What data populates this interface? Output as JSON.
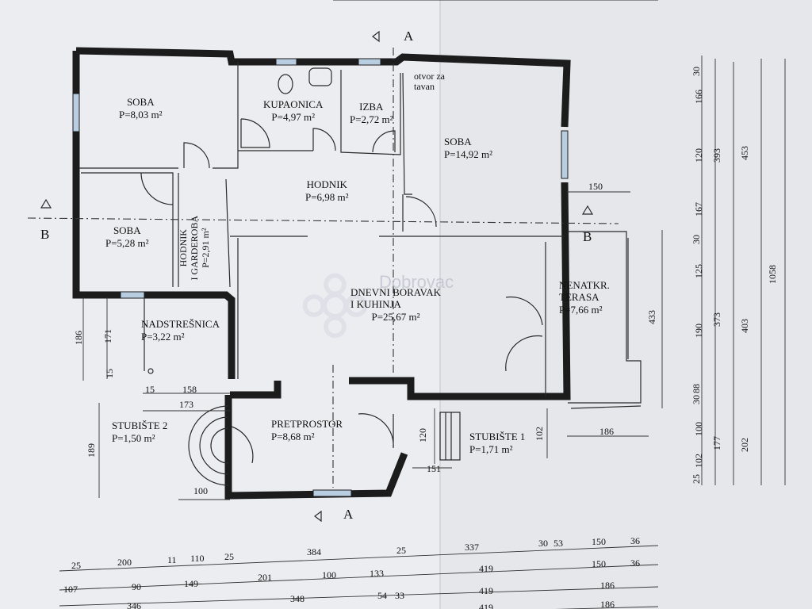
{
  "rooms": {
    "soba1": {
      "name": "SOBA",
      "area": "P=8,03 m²"
    },
    "kupaonica": {
      "name": "KUPAONICA",
      "area": "P=4,97 m²"
    },
    "izba": {
      "name": "IZBA",
      "area": "P=2,72 m²"
    },
    "tavan": {
      "line1": "otvor za",
      "line2": "tavan"
    },
    "soba3": {
      "name": "SOBA",
      "area": "P=14,92 m²"
    },
    "hodnik": {
      "name": "HODNIK",
      "area": "P=6,98 m²"
    },
    "soba2": {
      "name": "SOBA",
      "area": "P=5,28 m²"
    },
    "garderoba": {
      "line1": "HODNIK",
      "line2": "I GARDEROBA",
      "area": "P=2,91 m²"
    },
    "dnevni": {
      "line1": "DNEVNI BORAVAK",
      "line2": "I KUHINJA",
      "area": "P=25,67 m²"
    },
    "terasa": {
      "line1": "NENATKR.",
      "line2": "TERASA",
      "area": "P=7,66 m²"
    },
    "nadstresnica": {
      "name": "NADSTREŠNICA",
      "area": "P=3,22 m²"
    },
    "pretprostor": {
      "name": "PRETPROSTOR",
      "area": "P=8,68 m²"
    },
    "stubiste2": {
      "name": "STUBIŠTE 2",
      "area": "P=1,50 m²"
    },
    "stubiste1": {
      "name": "STUBIŠTE 1",
      "area": "P=1,71 m²"
    }
  },
  "section_marks": {
    "a_top": "A",
    "a_bottom": "A",
    "b_left": "B",
    "b_right": "B"
  },
  "dims": {
    "d150": "150",
    "d433": "433",
    "d186l": "186",
    "d171": "171",
    "d15a": "15",
    "d15b": "15",
    "d158": "158",
    "d173": "173",
    "d189": "189",
    "d100": "100",
    "d120": "120",
    "d102": "102",
    "d151": "151",
    "d186r": "186"
  },
  "right_dims": {
    "col1": [
      "30",
      "166",
      "120",
      "167",
      "30",
      "125",
      "190",
      "88",
      "30",
      "100",
      "102",
      "25"
    ],
    "col2": [
      "393",
      "373",
      "177"
    ],
    "col3": [
      "453",
      "403",
      "202"
    ],
    "col4": [
      "1058"
    ]
  },
  "bottom_dims": {
    "row1": [
      "25",
      "200",
      "11",
      "110",
      "25",
      "384",
      "25",
      "337",
      "30",
      "53",
      "150",
      "36"
    ],
    "row2": [
      "201",
      "100",
      "133",
      "419",
      "150",
      "36"
    ],
    "row3": [
      "107",
      "90",
      "149",
      "348",
      "54",
      "33",
      "419",
      "186"
    ],
    "row4": [
      "346",
      "419",
      "186"
    ]
  },
  "watermark": "Dobrovac"
}
